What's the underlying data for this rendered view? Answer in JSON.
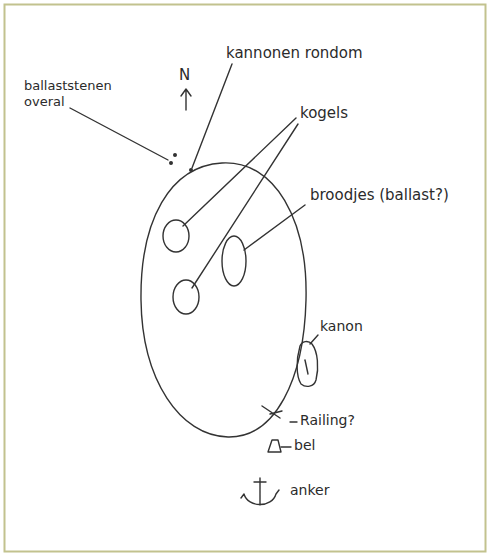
{
  "diagram": {
    "labels": [
      "ballaststenen overal",
      "N",
      "kannonen rondom",
      "kogels",
      "broodjes (ballast?)",
      "kanon",
      "Railing?",
      "bel",
      "anker"
    ]
  }
}
